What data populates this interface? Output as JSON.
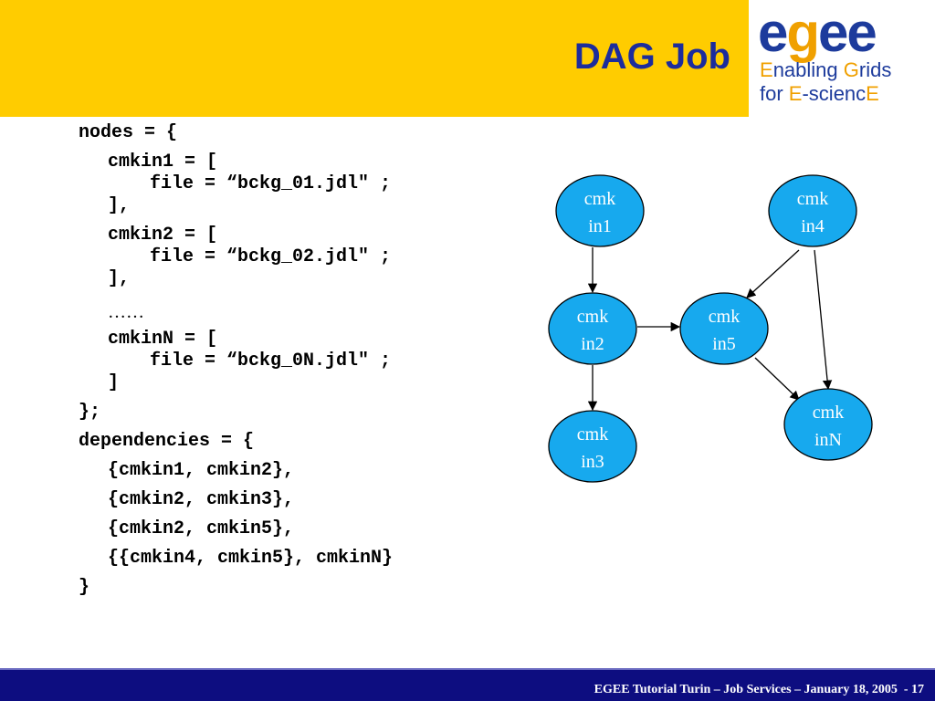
{
  "slide": {
    "title": "DAG Job"
  },
  "logo": {
    "wordmark": [
      "e",
      "g",
      "e",
      "e"
    ],
    "line1": [
      "E",
      "nabling ",
      "G",
      "rids"
    ],
    "line2": [
      "for ",
      "E",
      "-scienc",
      "E"
    ]
  },
  "code": {
    "lines": [
      "nodes = {",
      "cmkin1 = [",
      "file = “bckg_01.jdl\" ;",
      "],",
      "cmkin2 = [",
      "file = “bckg_02.jdl\" ;",
      "],",
      "……",
      "cmkinN = [",
      "file = “bckg_0N.jdl\" ;",
      "]",
      "};",
      "dependencies = {",
      "{cmkin1, cmkin2},",
      "{cmkin2, cmkin3},",
      "{cmkin2, cmkin5},",
      "{{cmkin4, cmkin5}, cmkinN}",
      "}"
    ]
  },
  "diagram": {
    "colors": {
      "node_fill": "#17a9ee",
      "node_stroke": "#000000",
      "edge": "#000000"
    },
    "nodes": [
      {
        "id": "cmkin1",
        "lines": [
          "cmk",
          "in1"
        ]
      },
      {
        "id": "cmkin4",
        "lines": [
          "cmk",
          "in4"
        ]
      },
      {
        "id": "cmkin2",
        "lines": [
          "cmk",
          "in2"
        ]
      },
      {
        "id": "cmkin5",
        "lines": [
          "cmk",
          "in5"
        ]
      },
      {
        "id": "cmkinN",
        "lines": [
          "cmk",
          "inN"
        ]
      },
      {
        "id": "cmkin3",
        "lines": [
          "cmk",
          "in3"
        ]
      }
    ],
    "edges": [
      {
        "from": "cmkin1",
        "to": "cmkin2"
      },
      {
        "from": "cmkin2",
        "to": "cmkin3"
      },
      {
        "from": "cmkin2",
        "to": "cmkin5"
      },
      {
        "from": "cmkin4",
        "to": "cmkin5"
      },
      {
        "from": "cmkin4",
        "to": "cmkinN"
      },
      {
        "from": "cmkin5",
        "to": "cmkinN"
      }
    ]
  },
  "footer": {
    "text": "EGEE Tutorial Turin – Job Services – January 18, 2005  - 17"
  },
  "colors": {
    "header": "#ffcc00",
    "title": "#1c2c9c",
    "footer_bar": "#0d0d80"
  }
}
